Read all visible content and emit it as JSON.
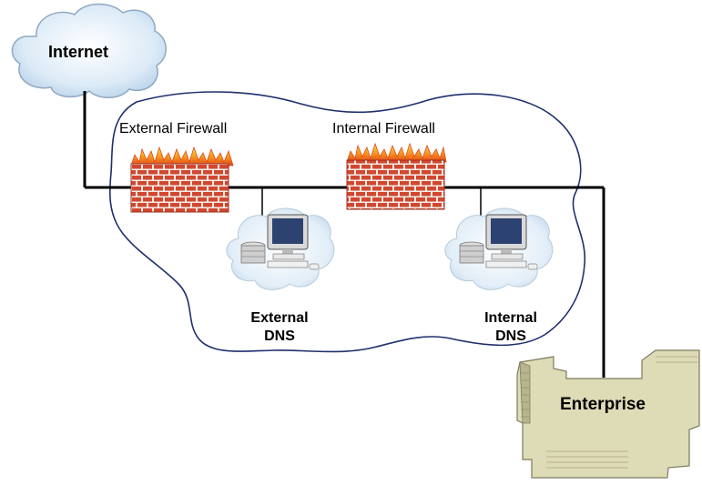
{
  "nodes": {
    "internet": {
      "label": "Internet"
    },
    "external_firewall": {
      "label": "External Firewall"
    },
    "internal_firewall": {
      "label": "Internal Firewall"
    },
    "external_dns": {
      "line1": "External",
      "line2": "DNS"
    },
    "internal_dns": {
      "line1": "Internal",
      "line2": "DNS"
    },
    "enterprise": {
      "label": "Enterprise"
    }
  },
  "colors": {
    "link_line": "#000000",
    "dmz_outline": "#1f2f6e",
    "cloud_fill": "#dcebf7",
    "cloud_outline": "#8fa9c2",
    "brick": "#d2472f",
    "mortar": "#f3ece6",
    "flame": "#f59a1a",
    "enterprise_fill": "#dedbb7",
    "enterprise_outline": "#7d7a60"
  }
}
